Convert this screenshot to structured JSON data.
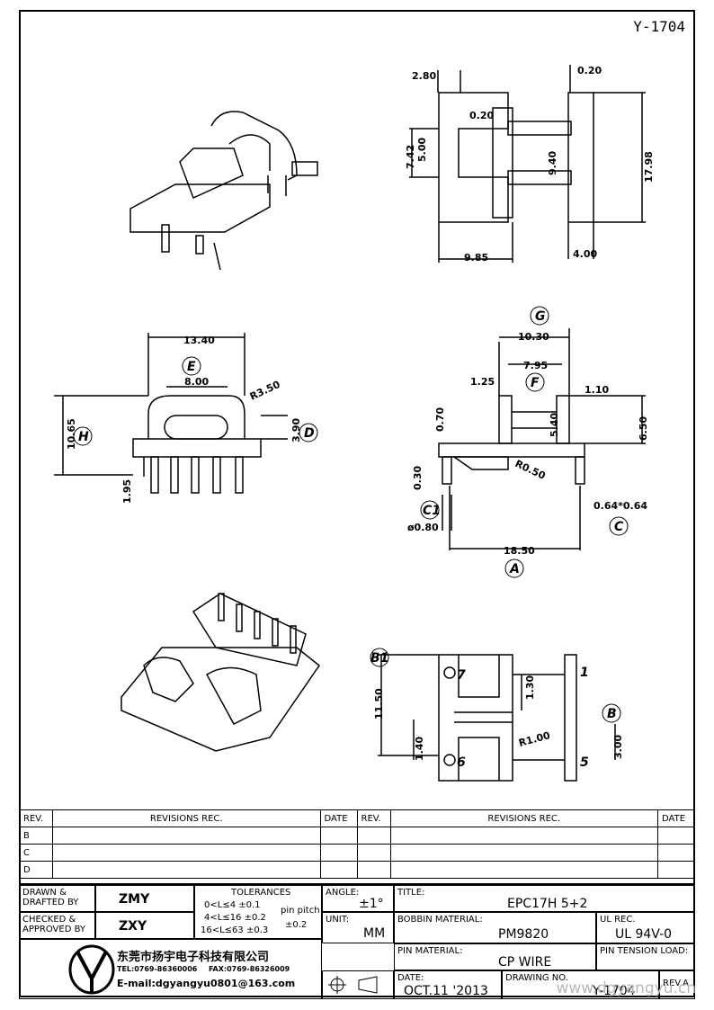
{
  "drawing_code": "Y-1704",
  "top_view_dims": {
    "d1": "2.80",
    "d2": "0.20",
    "d3": "0.20",
    "d4": "7.42",
    "d5": "5.00",
    "d6": "9.40",
    "d7": "17.98",
    "d8": "9.85",
    "d9": "4.00"
  },
  "front_view_dims": {
    "w1": "13.40",
    "label_e": "E",
    "w2": "8.00",
    "r1": "R3.50",
    "h1": "10.65",
    "label_h": "H",
    "h2": "3.90",
    "label_d": "D",
    "h3": "1.95"
  },
  "side_view_dims": {
    "label_g": "G",
    "w1": "10.30",
    "w2": "7.95",
    "left": "1.25",
    "label_f": "F",
    "right": "1.10",
    "h1": "0.70",
    "h2": "5.40",
    "h3": "6.50",
    "r": "R0.50",
    "t": "0.30",
    "label_c1": "C1",
    "dia": "ø0.80",
    "pin": "0.64*0.64",
    "label_c": "C",
    "base": "18.50",
    "label_a": "A"
  },
  "bottom_view_dims": {
    "label_b1": "B1",
    "pin7": "7",
    "pin1": "1",
    "p130": "1.30",
    "h": "11.50",
    "label_b": "B",
    "r": "R1.00",
    "p140": "1.40",
    "pin6": "6",
    "pin5": "5",
    "p300": "3.00"
  },
  "revision_table": {
    "header": {
      "rev": "REV.",
      "revisions": "REVISIONS   REC.",
      "date": "DATE"
    },
    "rows": [
      "B",
      "C",
      "D"
    ]
  },
  "title_block": {
    "drawn_label": "DRAWN &\nDRAFTED BY",
    "drawn_value": "ZMY",
    "checked_label": "CHECKED &\nAPPROVED BY",
    "checked_value": "ZXY",
    "tolerances_label": "TOLERANCES",
    "tol1": "0<L≤4    ±0.1",
    "tol2": "4<L≤16  ±0.2",
    "tol3": "16<L≤63  ±0.3",
    "pin_pitch_label": "pin pitch",
    "pin_pitch_value": "±0.2",
    "angle_label": "ANGLE:",
    "angle_value": "±1°",
    "unit_label": "UNIT:",
    "unit_value": "MM",
    "title_label": "TITLE:",
    "title_value": "EPC17H  5+2",
    "bobbin_label": "BOBBIN MATERIAL:",
    "bobbin_value": "PM9820",
    "ul_label": "UL REC.",
    "ul_value": "UL  94V-0",
    "pin_label": "PIN MATERIAL:",
    "pin_value": "CP  WIRE",
    "tension_label": "PIN TENSION LOAD:",
    "date_label": "DATE:",
    "date_value": "OCT.11  '2013",
    "dwg_label": "DRAWING NO.",
    "dwg_value": "Y-1704",
    "rev_label": "REV.A",
    "company": "东莞市扬宇电子科技有限公司",
    "tel": "TEL:0769-86360006",
    "fax": "FAX:0769-86326009",
    "email": "E-mail:dgyangyu0801@163.com",
    "watermark": "www.dgyangyu.cn"
  }
}
